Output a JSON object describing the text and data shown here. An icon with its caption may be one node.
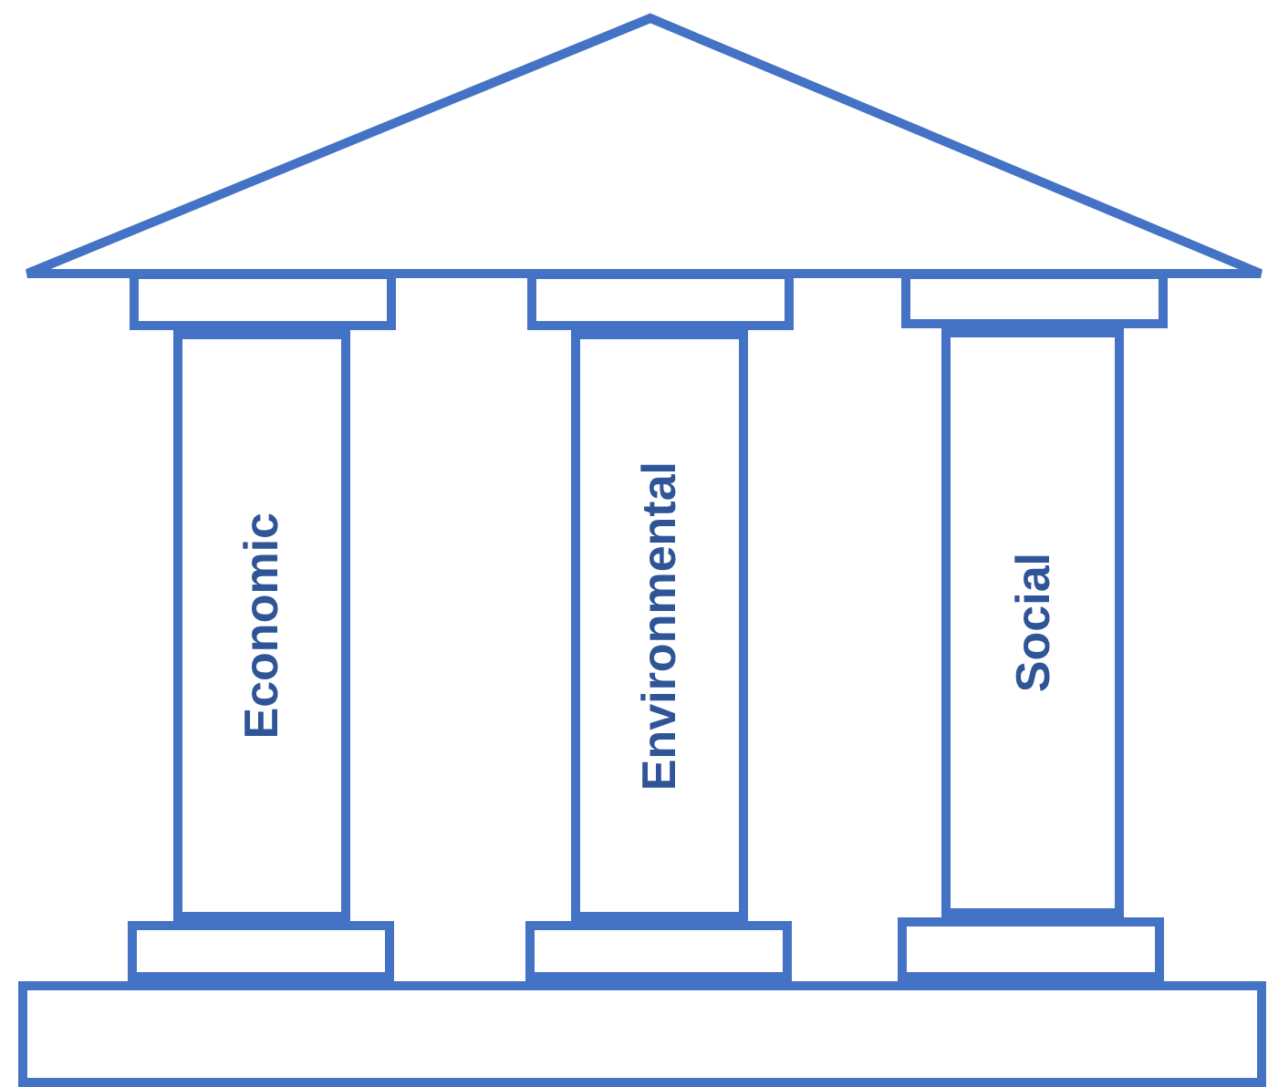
{
  "diagram": {
    "nodes": [
      {
        "text": [],
        "shape": "triangle"
      },
      {
        "text": [],
        "shape": "box"
      },
      {
        "text": [],
        "shape": "box"
      },
      {
        "text": [],
        "shape": "box"
      },
      {
        "text": [
          "Economic"
        ]
      },
      {
        "text": [
          "Environmental"
        ]
      },
      {
        "text": [
          "Social"
        ]
      },
      {
        "text": [],
        "shape": "box"
      },
      {
        "text": [],
        "shape": "box"
      },
      {
        "text": [],
        "shape": "box"
      },
      {
        "text": [],
        "shape": "box"
      }
    ]
  }
}
